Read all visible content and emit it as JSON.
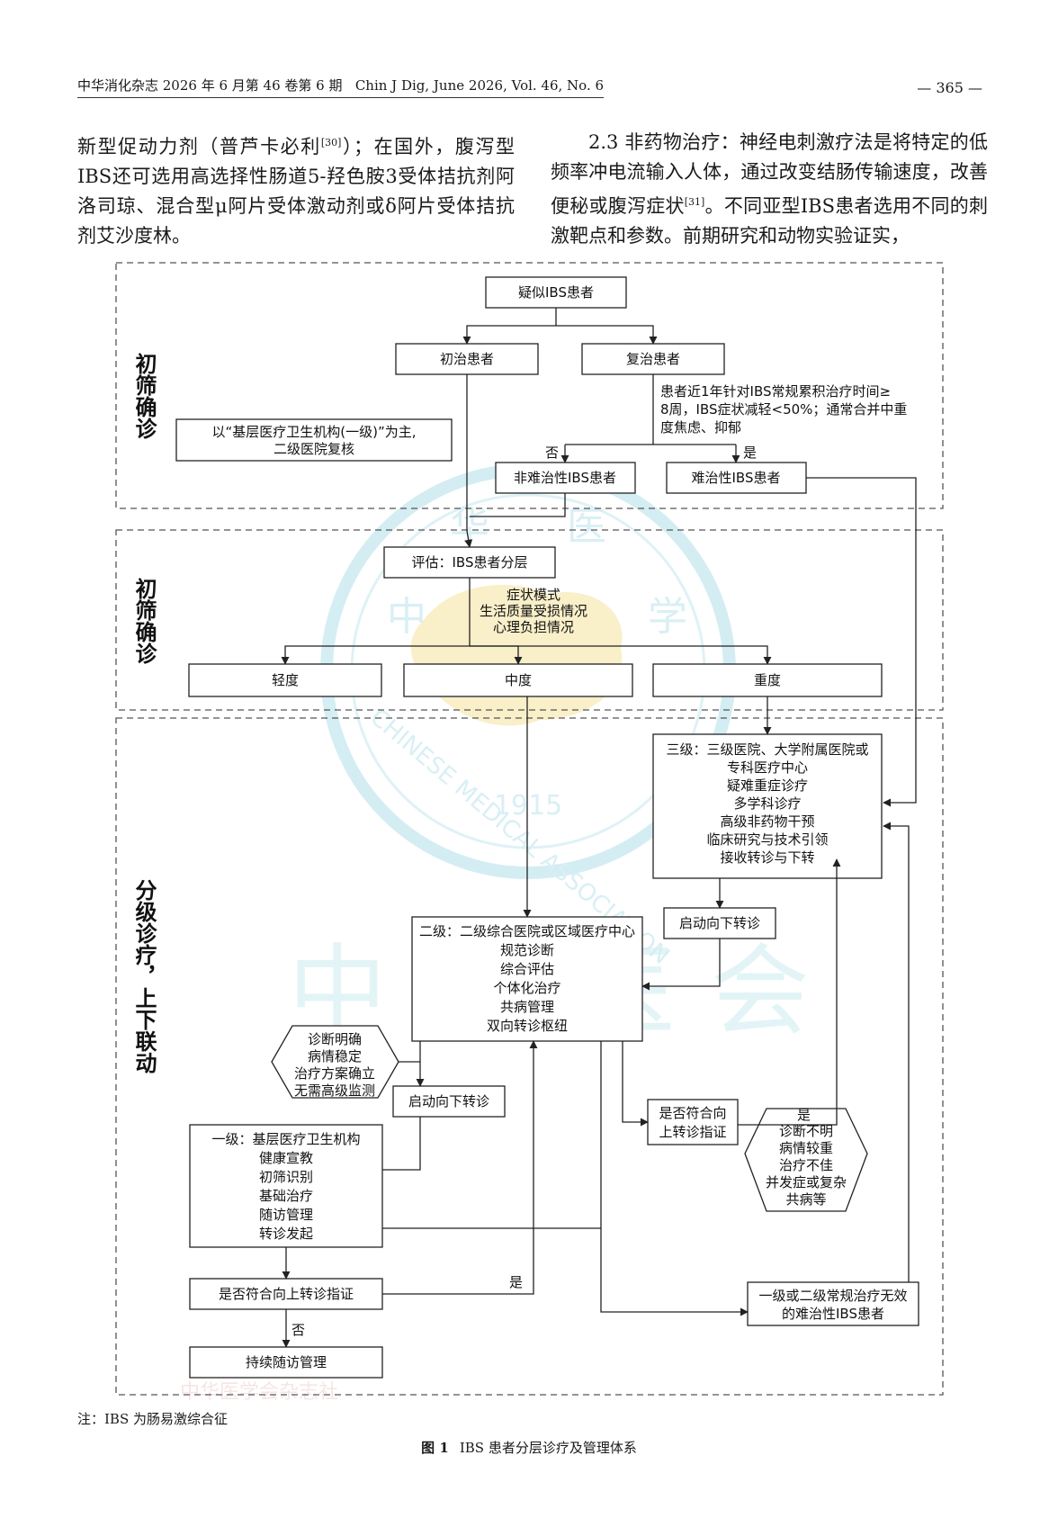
{
  "header": {
    "journal_cn": "中华消化杂志 2026 年 6 月第 46 卷第 6 期",
    "journal_en": "Chin J Dig, June 2026, Vol. 46, No. 6",
    "page": "— 365 —"
  },
  "body_text": {
    "left_a": "新型促动力剂（普芦卡必利",
    "left_ref": "[30]",
    "left_b": "）；在国外，腹泻型IBS还可选用高选择性肠道5-羟色胺3受体拮抗剂阿洛司琼、混合型μ阿片受体激动剂或δ阿片受体拮抗剂艾沙度林。",
    "right_a": "2.3 非药物治疗：神经电刺激疗法是将特定的低频率冲电流输入人体，通过改变结肠传输速度，改善便秘或腹泻症状",
    "right_ref": "[31]",
    "right_b": "。不同亚型IBS患者选用不同的刺激靶点和参数。前期研究和动物实验证实，"
  },
  "figure": {
    "sections": [
      {
        "title": "初筛确诊"
      },
      {
        "title": "初筛确诊"
      },
      {
        "title": "分级诊疗，上下联动"
      }
    ],
    "nodes": {
      "suspected": "疑似IBS患者",
      "initial": "初治患者",
      "followup": "复治患者",
      "primary_note_lines": [
        "以“基层医疗卫生机构(一级)”为主,",
        "二级医院复核"
      ],
      "criteria_lines": [
        "患者近1年针对IBS常规累积治疗时间≥",
        "8周，IBS症状减轻<50%；通常合并中重",
        "度焦虑、抑郁"
      ],
      "no": "否",
      "yes": "是",
      "non_refractory": "非难治性IBS患者",
      "refractory": "难治性IBS患者",
      "assess": "评估：IBS患者分层",
      "assess_items": [
        "症状模式",
        "生活质量受损情况",
        "心理负担情况"
      ],
      "mild": "轻度",
      "moderate": "中度",
      "severe": "重度",
      "level3_lines": [
        "三级：三级医院、大学附属医院或",
        "专科医疗中心",
        "疑难重症诊疗",
        "多学科诊疗",
        "高级非药物干预",
        "临床研究与技术引领",
        "接收转诊与下转"
      ],
      "referral_down_1": "启动向下转诊",
      "level2_lines": [
        "二级：二级综合医院或区域医疗中心",
        "规范诊断",
        "综合评估",
        "个体化治疗",
        "共病管理",
        "双向转诊枢纽"
      ],
      "hex_left_lines": [
        "诊断明确",
        "病情稳定",
        "治疗方案确立",
        "无需高级监测"
      ],
      "referral_down_2": "启动向下转诊",
      "upward_q_lines": [
        "是否符合向",
        "上转诊指证"
      ],
      "hex_right_lines": [
        "诊断不明",
        "病情较重",
        "治疗不佳",
        "并发症或复杂",
        "共病等"
      ],
      "level1_lines": [
        "一级：基层医疗卫生机构",
        "健康宣教",
        "初筛识别",
        "基础治疗",
        "随访管理",
        "转诊发起"
      ],
      "upward_q2": "是否符合向上转诊指证",
      "ineffective_lines": [
        "一级或二级常规治疗无效",
        "的难治性IBS患者"
      ],
      "continue": "持续随访管理"
    },
    "watermark": {
      "seal_letters": [
        "中",
        "华",
        "医",
        "学",
        "会"
      ],
      "seal_en": "CHINESE MEDICAL ASSOCIATION",
      "seal_year": "1915",
      "bottom_text": "中华医学会杂志社"
    }
  },
  "note": "注：IBS 为肠易激综合征",
  "caption": {
    "label": "图 1",
    "text": "IBS 患者分层诊疗及管理体系"
  }
}
